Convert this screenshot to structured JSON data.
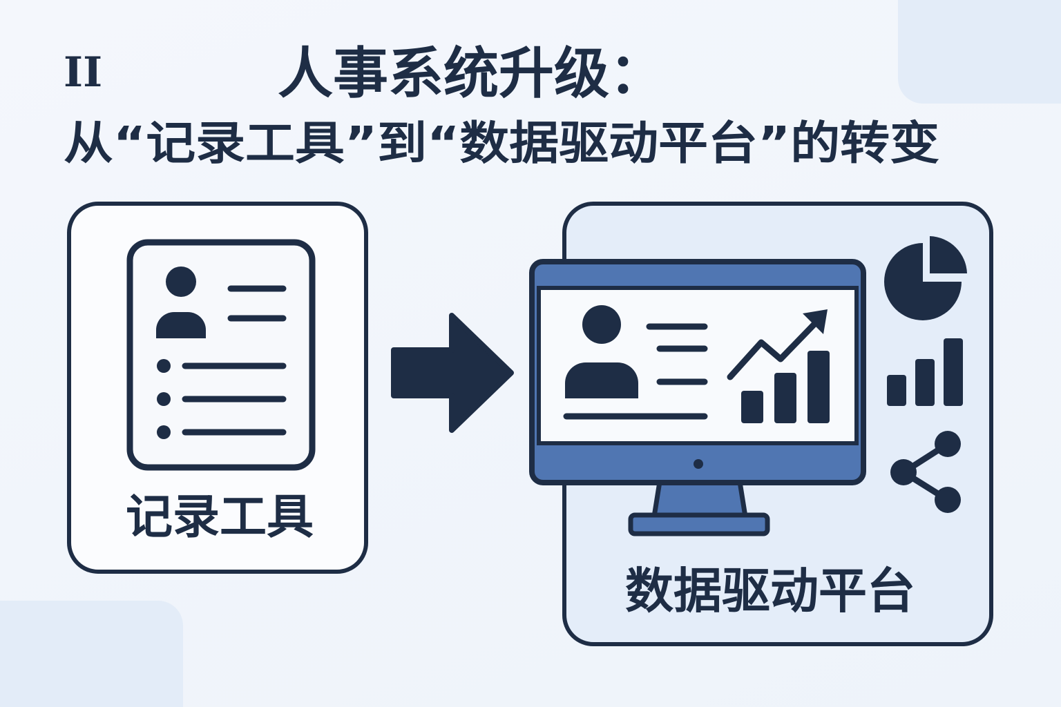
{
  "header": {
    "section_numeral": "II",
    "title": "人事系统升级：",
    "subtitle": "从“记录工具”到“数据驱动平台”的转变"
  },
  "left_card": {
    "label": "记录工具"
  },
  "right_card": {
    "label": "数据驱动平台"
  },
  "colors": {
    "ink": "#1e2d45",
    "accent": "#5076b2",
    "panel": "#e4edf9",
    "background": "#f2f6fb"
  },
  "icons": [
    "resume-document-icon",
    "arrow-right-icon",
    "monitor-dashboard-icon",
    "pie-chart-icon",
    "bar-chart-icon",
    "share-network-icon"
  ]
}
